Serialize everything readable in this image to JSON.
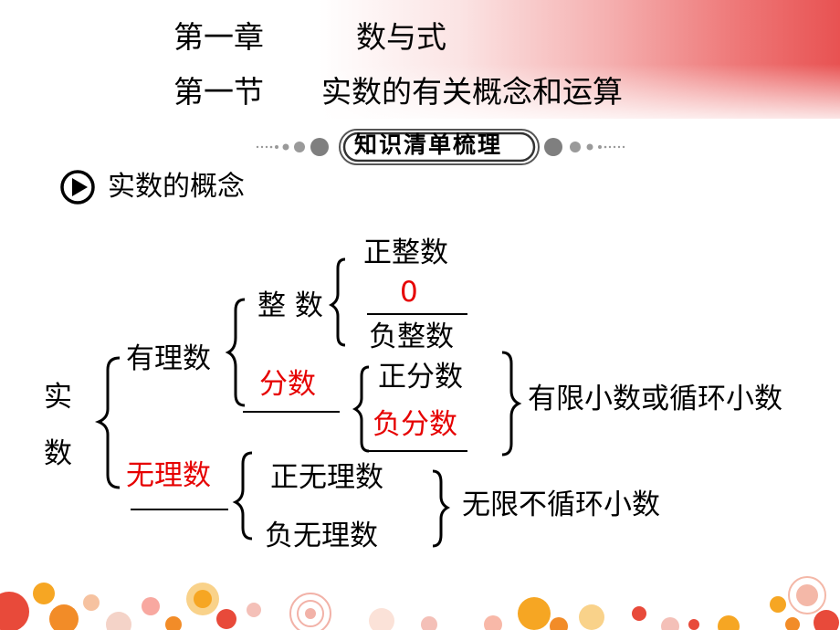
{
  "header": {
    "chapter": "第一章",
    "chapter_title": "数与式",
    "section": "第一节",
    "section_title": "实数的有关概念和运算",
    "banner": "知识清单梳理"
  },
  "topic": {
    "label": "实数的概念"
  },
  "tree": {
    "root_1": "实",
    "root_2": "数",
    "rational": "有理数",
    "integer": "整 数",
    "positive_integer": "正整数",
    "zero": "0",
    "negative_integer": "负整数",
    "fraction": "分数",
    "positive_fraction": "正分数",
    "negative_fraction": "负分数",
    "rational_note": "有限小数或循环小数",
    "irrational": "无理数",
    "positive_irrational": "正无理数",
    "negative_irrational": "负无理数",
    "irrational_note": "无限不循环小数"
  },
  "colors": {
    "red_fill": "#e60000",
    "accent_band": "#e85252",
    "orange": "#f28c28"
  },
  "icons": [
    "play-circle-icon",
    "decorative-circles"
  ]
}
